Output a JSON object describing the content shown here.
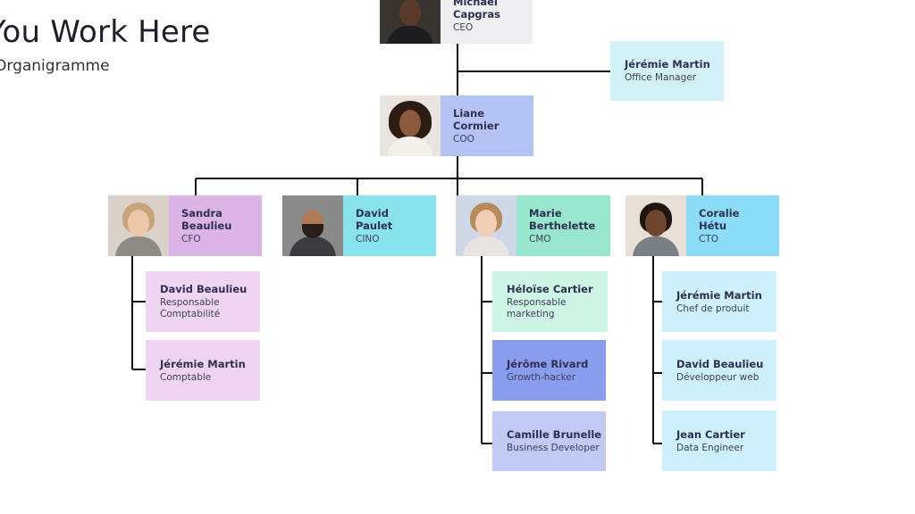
{
  "header": {
    "title": "You Work Here",
    "subtitle": "Organigramme"
  },
  "ceo": {
    "name": "Michael Capgras",
    "role": "CEO",
    "photo_icon": "person-photo",
    "color": "#efeff1"
  },
  "office_manager": {
    "name": "Jérémie Martin",
    "role": "Office Manager",
    "color": "#d3f2f8"
  },
  "coo": {
    "name": "Liane Cormier",
    "role": "COO",
    "photo_icon": "person-photo",
    "color": "#b5c2f4"
  },
  "executives": [
    {
      "name": "Sandra Beaulieu",
      "role": "CFO",
      "photo_icon": "person-photo",
      "color": "#dcb4e8"
    },
    {
      "name": "David Paulet",
      "role": "CINO",
      "photo_icon": "person-photo",
      "color": "#88e3ee"
    },
    {
      "name": "Marie Berthelette",
      "role": "CMO",
      "photo_icon": "person-photo",
      "color": "#98e6cd"
    },
    {
      "name": "Coralie Hétu",
      "role": "CTO",
      "photo_icon": "person-photo",
      "color": "#8adcf7"
    }
  ],
  "cfo_team": [
    {
      "name": "David Beaulieu",
      "role": "Responsable Comptabilité",
      "color": "#efd5f2"
    },
    {
      "name": "Jérémie Martin",
      "role": "Comptable",
      "color": "#efd5f2"
    }
  ],
  "cmo_team": [
    {
      "name": "Héloïse Cartier",
      "role": "Responsable marketing",
      "color": "#cdf4e4"
    },
    {
      "name": "Jérôme Rivard",
      "role": "Growth-hacker",
      "color": "#8a9ced"
    },
    {
      "name": "Camille Brunelle",
      "role": "Business Developer",
      "color": "#c1c9f5"
    }
  ],
  "cto_team": [
    {
      "name": "Jérémie Martin",
      "role": "Chef de produit",
      "color": "#cdf0fb"
    },
    {
      "name": "David Beaulieu",
      "role": "Développeur web",
      "color": "#cdf0fb"
    },
    {
      "name": "Jean Cartier",
      "role": "Data Engineer",
      "color": "#cdf0fb"
    }
  ]
}
